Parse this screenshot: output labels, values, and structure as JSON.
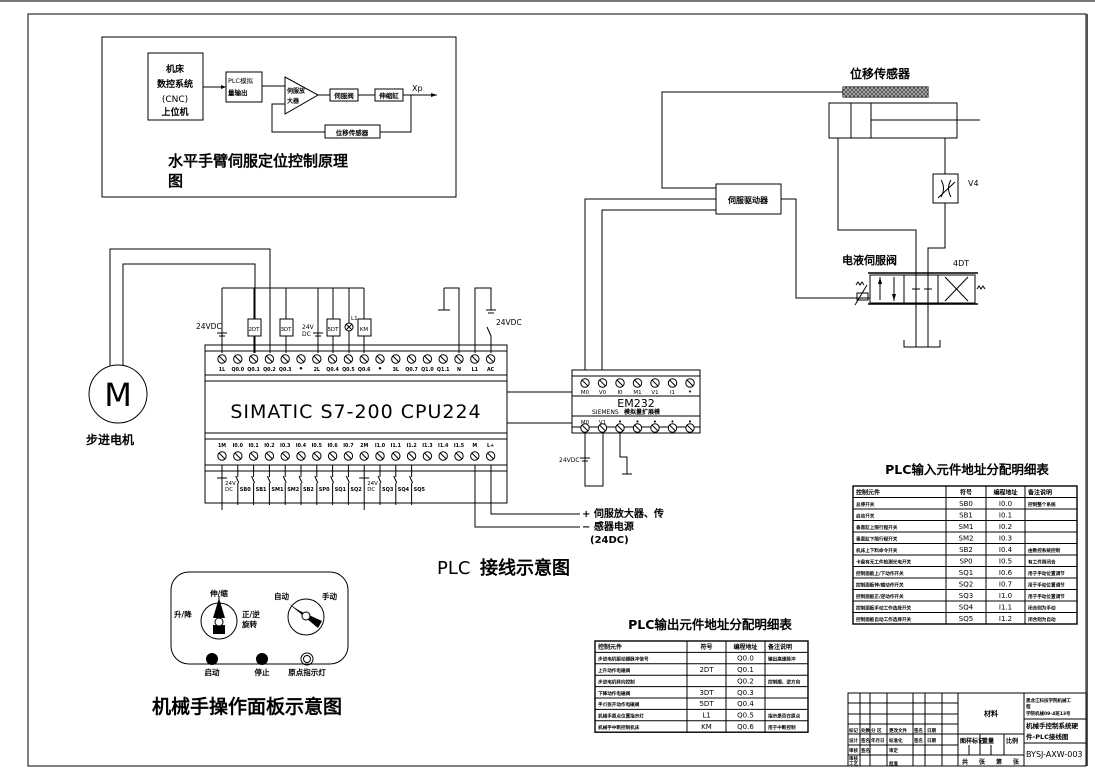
{
  "principle_diagram": {
    "cnc_box": [
      "机床",
      "数控系统",
      "(CNC)",
      "上位机"
    ],
    "plc_analog_out": [
      "PLC模拟",
      "量输出"
    ],
    "servo_amp": [
      "伺服放",
      "大器"
    ],
    "servo_valve": "伺服阀",
    "cylinder": "伸缩缸",
    "output_label": "Xp",
    "feedback_sensor": "位移传感器",
    "title_line1": "水平手臂伺服定位控制原理",
    "title_line2": "图"
  },
  "hydraulic": {
    "sensor_title": "位移传感器",
    "servo_driver": "伺服驱动器",
    "valve_title": "电液伺服阀",
    "throttle_label": "V4",
    "solenoid_label": "4DT"
  },
  "motor": {
    "symbol": "M",
    "label": "步进电机"
  },
  "plc": {
    "model": "SIMATIC S7-200 CPU224",
    "top_terminals": [
      "1L",
      "Q0.0",
      "Q0.1",
      "Q0.2",
      "Q0.3",
      "•",
      "2L",
      "Q0.4",
      "Q0.5",
      "Q0.6",
      "•",
      "3L",
      "Q0.7",
      "Q1.0",
      "Q1.1",
      "N",
      "L1",
      "AC"
    ],
    "bottom_terminals": [
      "1M",
      "I0.0",
      "I0.1",
      "I0.2",
      "I0.3",
      "I0.4",
      "I0.5",
      "I0.6",
      "I0.7",
      "2M",
      "I1.0",
      "I1.1",
      "I1.2",
      "I1.3",
      "I1.4",
      "I1.5",
      "M",
      "L+"
    ],
    "output_loads": [
      "2DT",
      "3DT",
      "5DT",
      "L1",
      "KM"
    ],
    "supply_left": "24VDC",
    "supply_mid": [
      "24V",
      "DC"
    ],
    "supply_right": "24VDC",
    "input_switches": [
      "SB0",
      "SB1",
      "SM1",
      "SM2",
      "SB2",
      "SP0",
      "SQ1",
      "SQ2",
      "SQ3",
      "SQ4",
      "SQ5"
    ],
    "input_supply": [
      "24V",
      "DC"
    ],
    "sensor_power": [
      "+ 伺服放大器、传",
      "− 感器电源",
      "(24DC)"
    ],
    "caption_prefix": "PLC",
    "caption_suffix": "接线示意图"
  },
  "em232": {
    "top_terminals": [
      "M0",
      "V0",
      "I0",
      "M1",
      "V1",
      "I1",
      "•"
    ],
    "model": "EM232",
    "brand": "SIEMENS",
    "desc": "模拟量扩展模",
    "bottom_terminals": [
      "M0",
      "V1",
      "•",
      "•",
      "•",
      "•",
      "•"
    ],
    "supply": "24VDC"
  },
  "panel": {
    "switch1_top": "伸/缩",
    "switch1_left": "升/降",
    "switch1_right": [
      "正/逆",
      "旋转"
    ],
    "switch2_left": "自动",
    "switch2_right": "手动",
    "btn_start": "启动",
    "btn_stop": "停止",
    "lamp": "原点指示灯",
    "title": "机械手操作面板示意图"
  },
  "input_table": {
    "title": "PLC输入元件地址分配明细表",
    "headers": [
      "控制元件",
      "符号",
      "编程地址",
      "备注说明"
    ],
    "rows": [
      [
        "总停开关",
        "SB0",
        "I0.0",
        "控制整个系统"
      ],
      [
        "启动开关",
        "SB1",
        "I0.1",
        ""
      ],
      [
        "垂直缸上限行程开关",
        "SM1",
        "I0.2",
        ""
      ],
      [
        "垂直缸下限行程开关",
        "SM2",
        "I0.3",
        ""
      ],
      [
        "机床上下料命令开关",
        "SB2",
        "I0.4",
        "由数控系统控制"
      ],
      [
        "卡盘有无工件检测光电开关",
        "SP0",
        "I0.5",
        "有工件则闭合"
      ],
      [
        "控制面板上/下动作开关",
        "SQ1",
        "I0.6",
        "用于手动位置调节"
      ],
      [
        "控制面板伸/缩动作开关",
        "SQ2",
        "I0.7",
        "用于手动位置调节"
      ],
      [
        "控制面板正/逆动作开关",
        "SQ3",
        "I1.0",
        "用于手动位置调节"
      ],
      [
        "控制面板手动工作选择开关",
        "SQ4",
        "I1.1",
        "闭合则为手动"
      ],
      [
        "控制面板自动工作选择开关",
        "SQ5",
        "I1.2",
        "闭合则为自动"
      ]
    ]
  },
  "output_table": {
    "title": "PLC输出元件地址分配明细表",
    "headers": [
      "控制元件",
      "符号",
      "编程地址",
      "备注说明"
    ],
    "rows": [
      [
        "步进电机驱动器脉冲信号",
        "",
        "Q0.0",
        "输出高速脉冲"
      ],
      [
        "上升动作电磁阀",
        "2DT",
        "Q0.1",
        ""
      ],
      [
        "步进电机转向控制",
        "",
        "Q0.2",
        "控制顺、逆方向"
      ],
      [
        "下降动作电磁阀",
        "3DT",
        "Q0.3",
        ""
      ],
      [
        "手爪张开动作电磁阀",
        "5DT",
        "Q0.4",
        ""
      ],
      [
        "机械手原点位置指示灯",
        "L1",
        "Q0.5",
        "指示是否在原点"
      ],
      [
        "机械手中断控制机床",
        "KM",
        "Q0.6",
        "用于中断控制"
      ]
    ]
  },
  "title_block": {
    "material": "材料",
    "school": [
      "黑龙江科技学院机械工",
      "程",
      "学院机械09-4班13号"
    ],
    "drawing_title": [
      "机械手控制系统硬",
      "件-PLC接线图"
    ],
    "drawing_no": "BYSJ-AXW-003",
    "row_labels": [
      "标记",
      "处数",
      "分 区",
      "更改文件",
      "签名",
      "日期"
    ],
    "design_row": [
      "设计",
      "签名",
      "年月日",
      "标准化",
      "签名",
      "日期"
    ],
    "check_row": [
      "审核",
      "签名",
      "",
      "审定"
    ],
    "craft_row": [
      "工艺",
      "",
      "",
      "批准"
    ],
    "stage_headers": [
      "图样标记",
      "重量",
      "比例"
    ],
    "sheet_footer": [
      "共",
      "张",
      "第",
      "张"
    ]
  }
}
